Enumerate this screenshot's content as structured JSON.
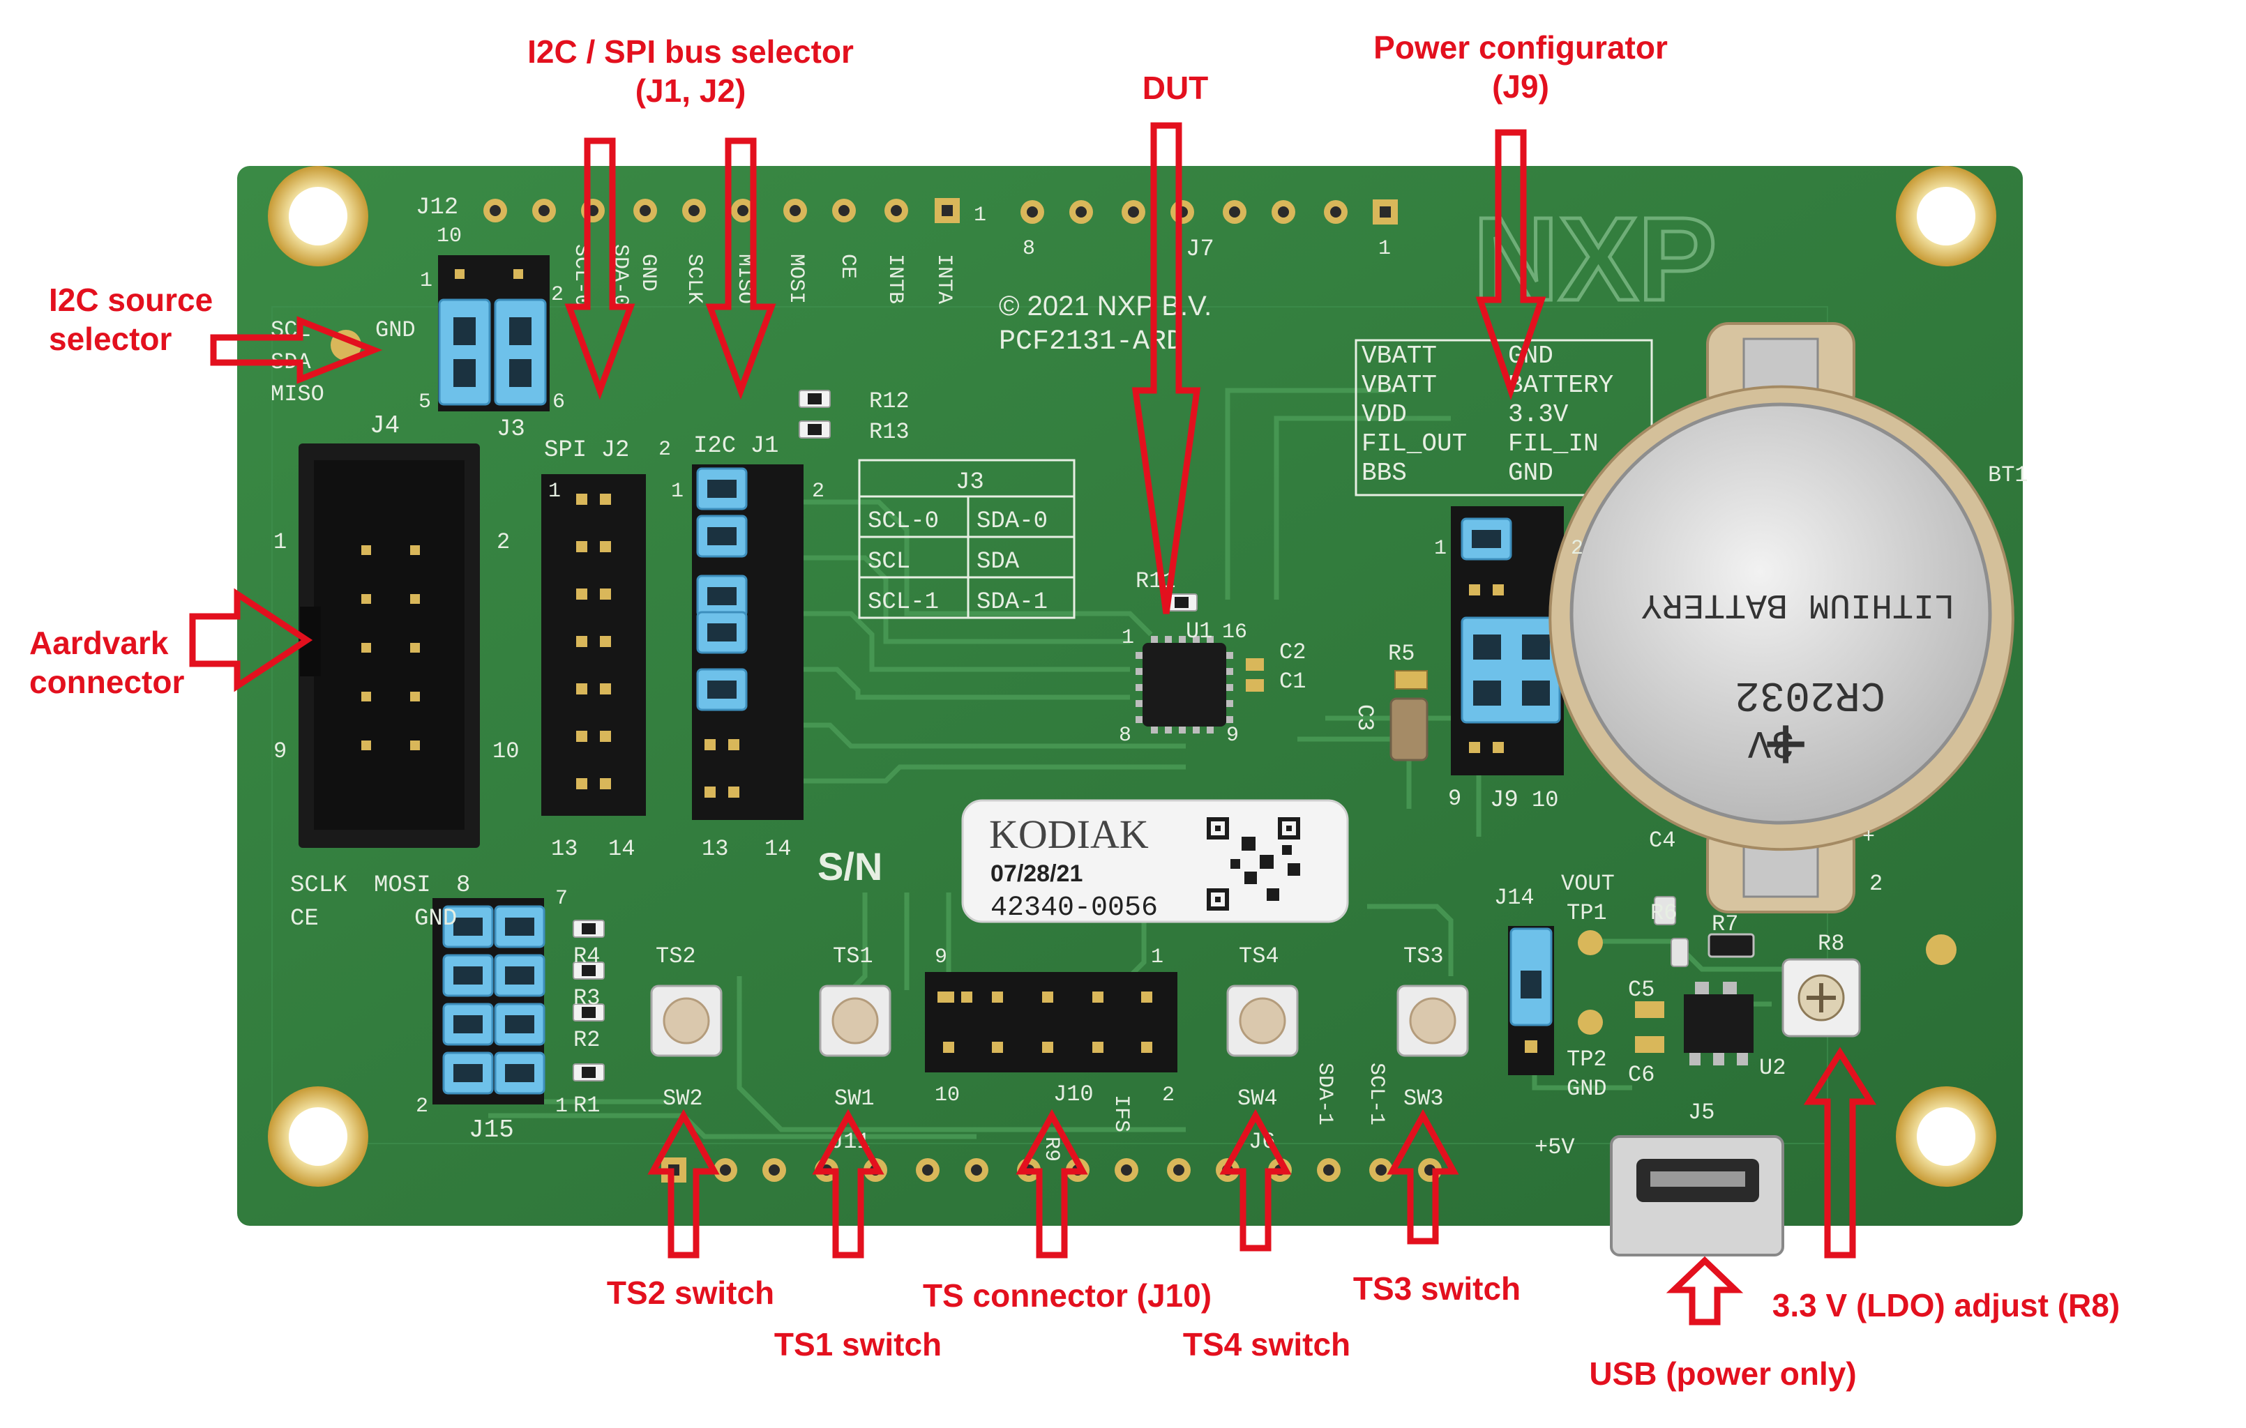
{
  "callouts": {
    "bus_selector": {
      "line1": "I2C / SPI bus selector",
      "line2": "(J1, J2)"
    },
    "dut": "DUT",
    "power_config": {
      "line1": "Power configurator",
      "line2": "(J9)"
    },
    "i2c_source": {
      "line1": "I2C source",
      "line2": "selector"
    },
    "aardvark": {
      "line1": "Aardvark",
      "line2": "connector"
    },
    "ts2": "TS2 switch",
    "ts1": "TS1 switch",
    "ts_connector": "TS connector (J10)",
    "ts4": "TS4 switch",
    "ts3": "TS3 switch",
    "usb": "USB (power only)",
    "ldo_adjust": "3.3 V (LDO) adjust (R8)"
  },
  "board": {
    "copyright": "© 2021 NXP B.V.",
    "part": "PCF2131-ARD",
    "logo": "NXP",
    "sn_label": "S/N",
    "label": {
      "brand": "KODIAK",
      "date": "07/28/21",
      "serial": "42340-0056"
    },
    "j12": {
      "name": "J12",
      "pin": "10"
    },
    "j7": {
      "name": "J7",
      "pin_left": "8",
      "pin_right": "1"
    },
    "j12_pins": [
      "SCL-0",
      "SDA-0",
      "GND",
      "SCLK",
      "MISO",
      "MOSI",
      "CE",
      "INTB",
      "INTA"
    ],
    "j3": {
      "name": "J3",
      "table": [
        [
          "SCL-0",
          "SDA-0"
        ],
        [
          "SCL",
          "SDA"
        ],
        [
          "SCL-1",
          "SDA-1"
        ]
      ]
    },
    "j3_side": [
      "SCL",
      "SDA",
      "MISO",
      "GND"
    ],
    "j2": {
      "name": "SPI J2",
      "pin_tl": "1",
      "pin_tr": "2",
      "pin_bl": "13",
      "pin_br": "14"
    },
    "j1": {
      "name": "I2C J1",
      "pin_tl": "1",
      "pin_tr": "2",
      "pin_bl": "13",
      "pin_br": "14"
    },
    "j4": {
      "name": "J4",
      "pin1": "1",
      "pin2": "2",
      "pin9": "9",
      "pin10": "10"
    },
    "j4_bottom": [
      "SCLK",
      "MOSI",
      "8",
      "CE",
      "GND"
    ],
    "j15": {
      "name": "J15",
      "pin_l": "2",
      "pin_r": "1",
      "pin_top": "7"
    },
    "j9": {
      "name": "J9",
      "pin_tl": "1",
      "pin_tr": "2",
      "pin_bl": "9",
      "pin_br": "10"
    },
    "j9_table": [
      [
        "VBATT",
        "GND"
      ],
      [
        "VBATT",
        "BATTERY"
      ],
      [
        "VDD",
        "3.3V"
      ],
      [
        "FIL_OUT",
        "FIL_IN"
      ],
      [
        "BBS",
        "GND"
      ]
    ],
    "battery": {
      "model": "CR2032",
      "voltage": "3V",
      "kind": "LITHIUM BATTERY",
      "ref": "BT1",
      "plus": "+",
      "pin2": "2"
    },
    "u1": {
      "name": "U1",
      "pin1": "1",
      "pin16": "16",
      "pin8": "8",
      "pin9": "9"
    },
    "refs": {
      "r12": "R12",
      "r13": "R13",
      "r11": "R11",
      "c2": "C2",
      "c1": "C1",
      "r5": "R5",
      "c3": "C3",
      "r4": "R4",
      "r3": "R3",
      "r2": "R2",
      "r1": "R1",
      "c4": "C4",
      "r6": "R6",
      "r7": "R7",
      "r8": "R8",
      "c5": "C5",
      "c6": "C6",
      "u2": "U2",
      "j14": "J14",
      "tp1": "TP1",
      "tp2": "TP2",
      "vout": "VOUT",
      "gnd": "GND",
      "j5": "J5",
      "plus5v": "+5V",
      "j10": "J10",
      "j6": "J6",
      "j11": "J11",
      "r9": "R9"
    },
    "j10_pins": {
      "tl": "9",
      "tr": "1",
      "bl": "10",
      "br": "2"
    },
    "switches": [
      {
        "ts": "TS2",
        "sw": "SW2"
      },
      {
        "ts": "TS1",
        "sw": "SW1"
      },
      {
        "ts": "TS4",
        "sw": "SW4"
      },
      {
        "ts": "TS3",
        "sw": "SW3"
      }
    ],
    "bottom_silk": [
      "IFS",
      "SDA-1",
      "SCL-1"
    ]
  },
  "colors": {
    "callout_red": "#e3101e",
    "pcb_green": "#2f7a3c",
    "jumper_blue": "#6ec1ea",
    "gold_pad": "#d9b75a"
  }
}
